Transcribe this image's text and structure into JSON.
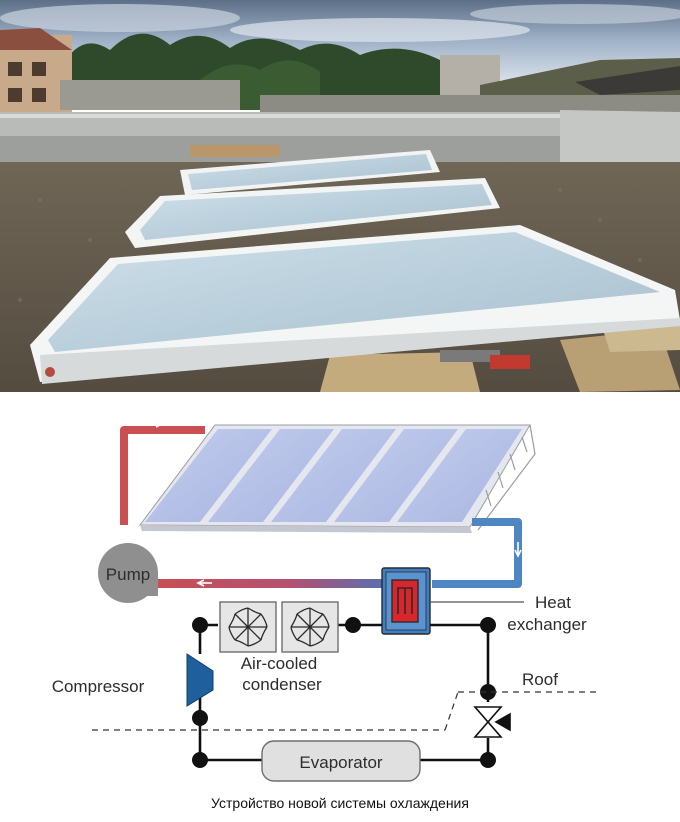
{
  "diagram": {
    "labels": {
      "pump": "Pump",
      "heat_exchanger_line1": "Heat",
      "heat_exchanger_line2": "exchanger",
      "condenser_line1": "Air-cooled",
      "condenser_line2": "condenser",
      "compressor": "Compressor",
      "roof": "Roof",
      "evaporator": "Evaporator"
    },
    "colors": {
      "hot_loop": "#c94f52",
      "cold_loop": "#4e86c2",
      "panel": "#b9c5e6",
      "exchanger": "#3d7fc4",
      "exchanger_core": "#d8262c",
      "pump": "#8f8f8f",
      "circuit": "#111111"
    }
  },
  "caption": "Устройство новой системы охлаждения"
}
